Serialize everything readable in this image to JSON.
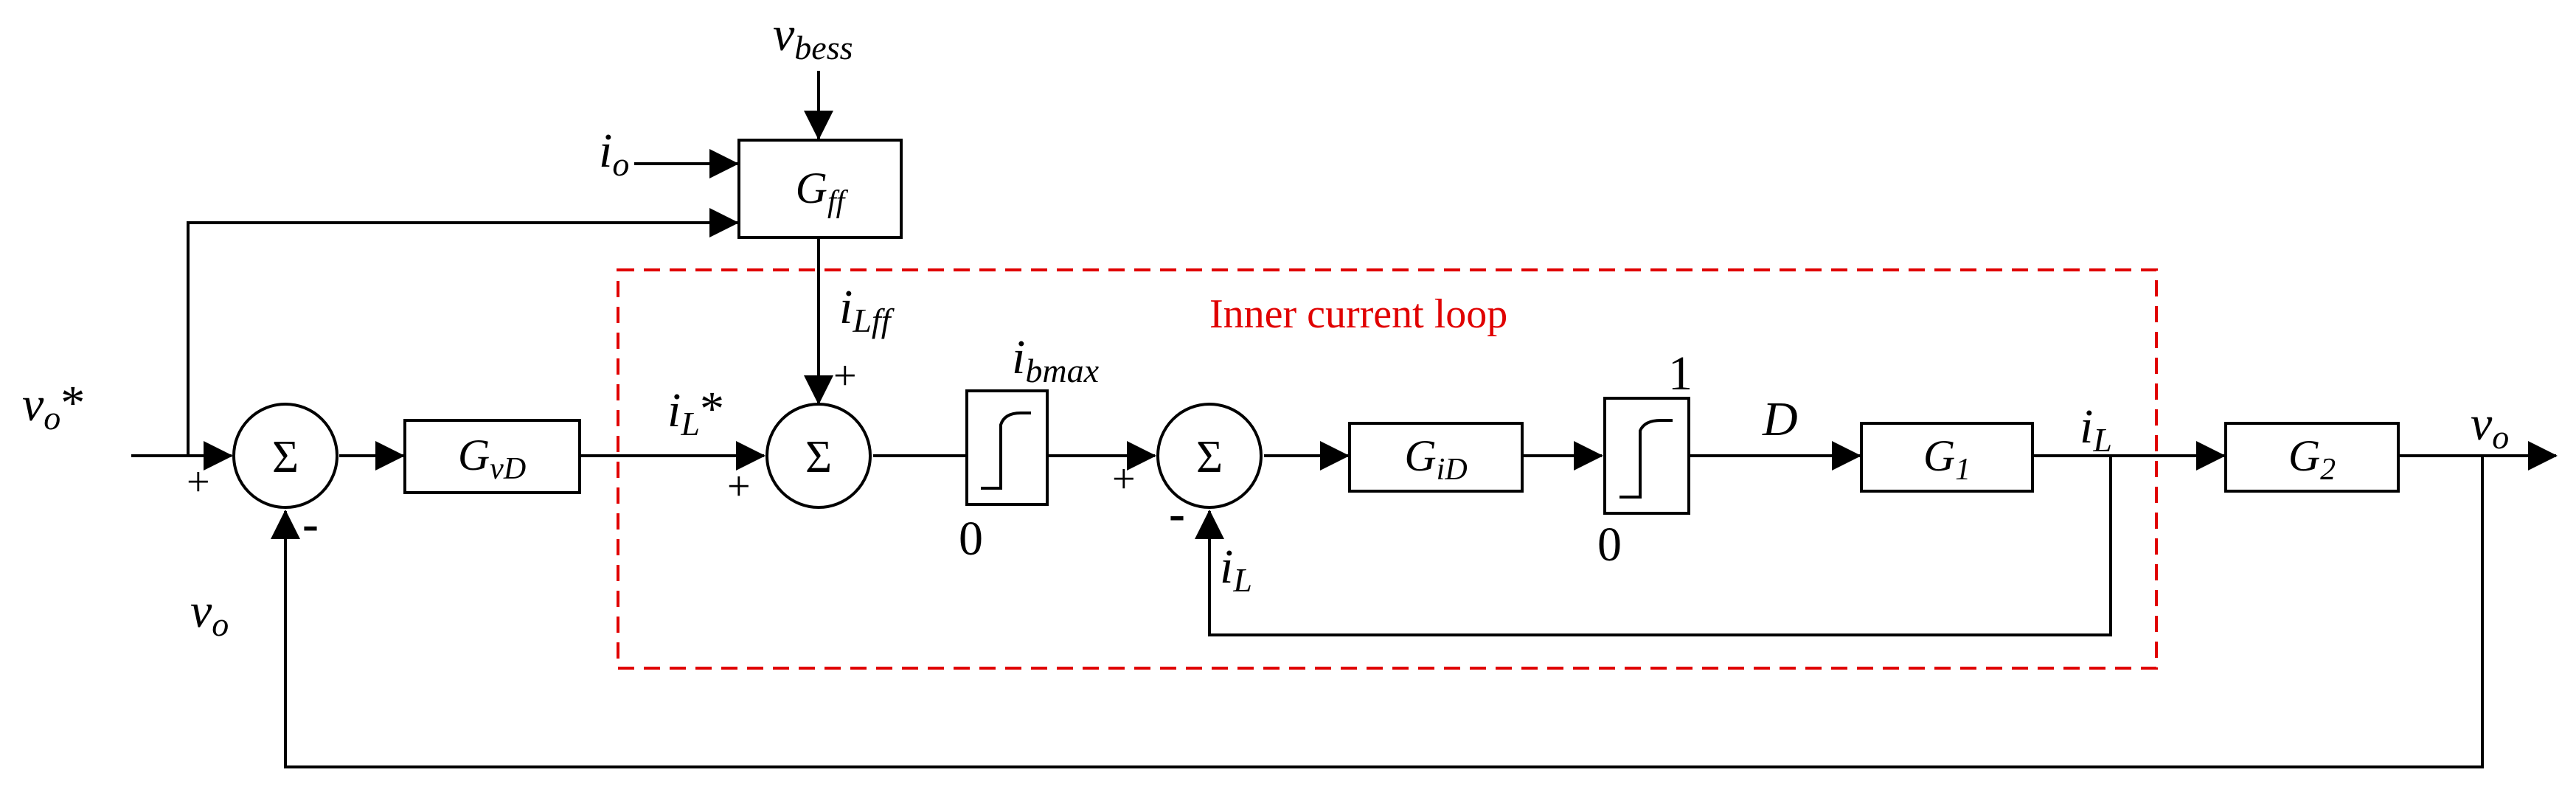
{
  "colors": {
    "line": "#000000",
    "loop_border": "#e00000",
    "loop_label": "#e00000"
  },
  "inner_loop_label": "Inner current loop",
  "blocks": {
    "gff": {
      "main": "G",
      "sub": "ff"
    },
    "gvd": {
      "main": "G",
      "sub": "vD"
    },
    "gid": {
      "main": "G",
      "sub": "iD"
    },
    "g1": {
      "main": "G",
      "sub": "1"
    },
    "g2": {
      "main": "G",
      "sub": "2"
    }
  },
  "sum_symbol": "Σ",
  "signals": {
    "vbess": {
      "main": "v",
      "sub": "bess"
    },
    "io": {
      "main": "i",
      "sub": "o"
    },
    "vo_ref": {
      "main": "v",
      "sub": "o",
      "suffix": "*"
    },
    "vo_fb": {
      "main": "v",
      "sub": "o"
    },
    "ilff": {
      "main": "i",
      "sub": "Lff"
    },
    "il_ref": {
      "main": "i",
      "sub": "L",
      "suffix": "*"
    },
    "ibmax": {
      "main": "i",
      "sub": "bmax"
    },
    "il_fb": {
      "main": "i",
      "sub": "L"
    },
    "d": "D",
    "il_out": {
      "main": "i",
      "sub": "L"
    },
    "vo_out": {
      "main": "v",
      "sub": "o"
    }
  },
  "limiters": {
    "current": {
      "lower": "0"
    },
    "duty": {
      "upper": "1",
      "lower": "0"
    }
  },
  "signs": {
    "sum1_ref": "+",
    "sum1_fb": "-",
    "sum2_ref": "+",
    "sum2_ff": "+",
    "sum3_ref": "+",
    "sum3_fb": "-"
  }
}
